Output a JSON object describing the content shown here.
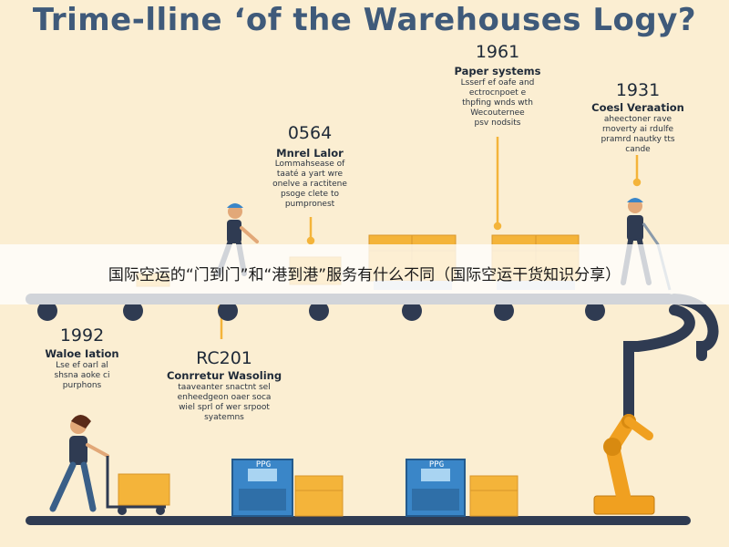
{
  "title": "Trime-lline ‘of the Warehouses Logy?",
  "banner_text": "国际空运的“门到门”和“港到港”服务有什么不同（国际空运干货知识分享）",
  "milestones": [
    {
      "year": "1961",
      "heading": "Paper systems",
      "lines": [
        "Lsserf ef oafe and",
        "ectrocnpoet e",
        "thpfing wnds wth",
        "Wecouternee",
        "psv nodsits"
      ]
    },
    {
      "year": "1931",
      "heading": "Coesl Veraation",
      "lines": [
        "aheectoner rave",
        "rnoverty ai rdulfe",
        "pramrd nautky tts",
        "cande"
      ]
    },
    {
      "year": "0564",
      "heading": "Mnrel Lalor",
      "lines": [
        "Lommahsease of",
        "taaté a yart wre",
        "onelve a ractitene",
        "psoge clete to",
        "pumpronest"
      ]
    },
    {
      "year": "1992",
      "heading": "Waloe Iation",
      "lines": [
        "Lse ef oarl al",
        "shsna aoke ci",
        "purphons"
      ]
    },
    {
      "year": "RC201",
      "heading": "Conrretur Wasoling",
      "lines": [
        "taaveanter snactnt sel",
        "enheedgeon oaer soca",
        "wiel sprl of wer srpoot",
        "syatemns"
      ]
    }
  ],
  "machines": [
    {
      "label": "PPG"
    },
    {
      "label": "PPG"
    }
  ],
  "colors": {
    "background": "#fbeed2",
    "title": "#3f5a7a",
    "conveyor": "#2f3b52",
    "box": "#f4b43a",
    "machine": "#3a86c8",
    "robot": "#f0a020"
  }
}
